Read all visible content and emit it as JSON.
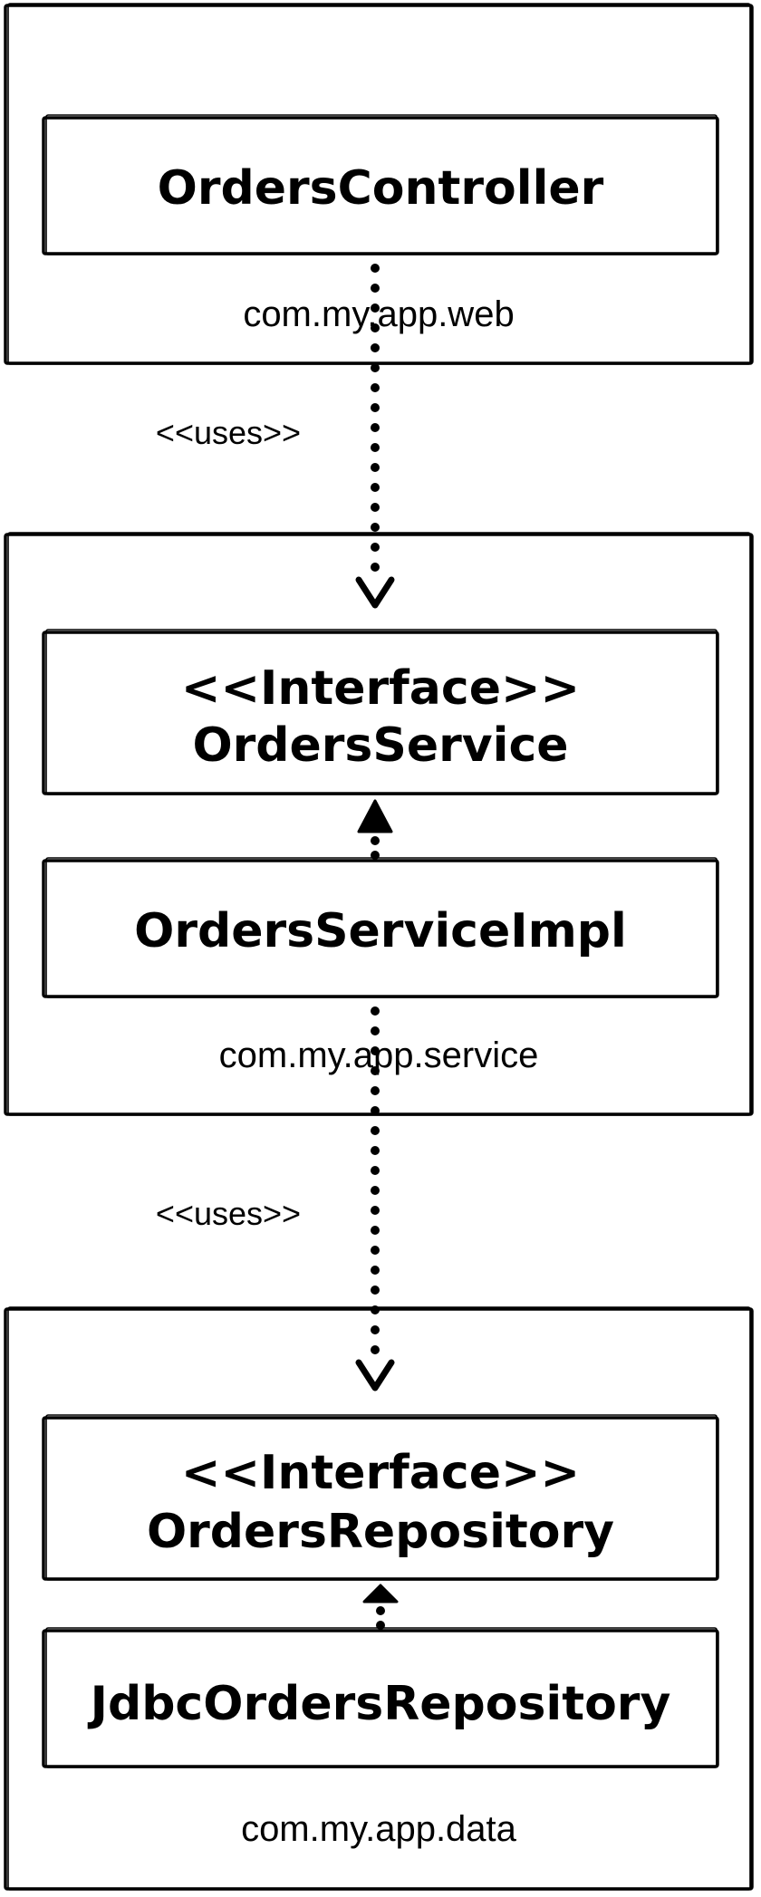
{
  "packages": [
    {
      "name": "com.my.app.web",
      "classes": [
        {
          "stereotype": "",
          "name": "OrdersController"
        }
      ]
    },
    {
      "name": "com.my.app.service",
      "classes": [
        {
          "stereotype": "<<Interface>>",
          "name": "OrdersService"
        },
        {
          "stereotype": "",
          "name": "OrdersServiceImpl"
        }
      ]
    },
    {
      "name": "com.my.app.data",
      "classes": [
        {
          "stereotype": "<<Interface>>",
          "name": "OrdersRepository"
        },
        {
          "stereotype": "",
          "name": "JdbcOrdersRepository"
        }
      ]
    }
  ],
  "edges": [
    {
      "from": "OrdersController",
      "to": "OrdersService",
      "kind": "dependency",
      "label": "<<uses>>"
    },
    {
      "from": "OrdersServiceImpl",
      "to": "OrdersService",
      "kind": "realization",
      "label": ""
    },
    {
      "from": "OrdersServiceImpl",
      "to": "OrdersRepository",
      "kind": "dependency",
      "label": "<<uses>>"
    },
    {
      "from": "JdbcOrdersRepository",
      "to": "OrdersRepository",
      "kind": "realization",
      "label": ""
    }
  ]
}
